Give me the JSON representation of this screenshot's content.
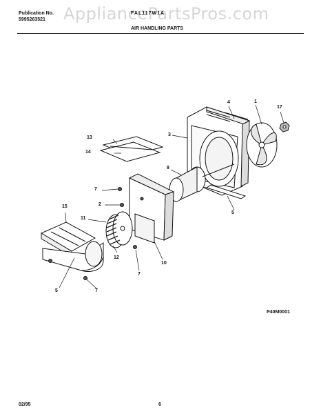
{
  "header": {
    "publication_label": "Publication No.",
    "publication_number": "5995263521",
    "model": "FAL117W1A",
    "section_title": "AIR HANDLING PARTS"
  },
  "watermark": "AppliancePartsPros.com",
  "callouts": {
    "c1": "1",
    "c17": "17",
    "c4": "4",
    "c3": "3",
    "c13": "13",
    "c14": "14",
    "c8": "8",
    "c7a": "7",
    "c2": "2",
    "c15": "15",
    "c11": "11",
    "c5a": "5",
    "c12": "12",
    "c7b": "7",
    "c10": "10",
    "c5b": "5",
    "c7c": "7"
  },
  "reference_code": "P40M0001",
  "footer": {
    "date": "02/95",
    "page": "6"
  }
}
